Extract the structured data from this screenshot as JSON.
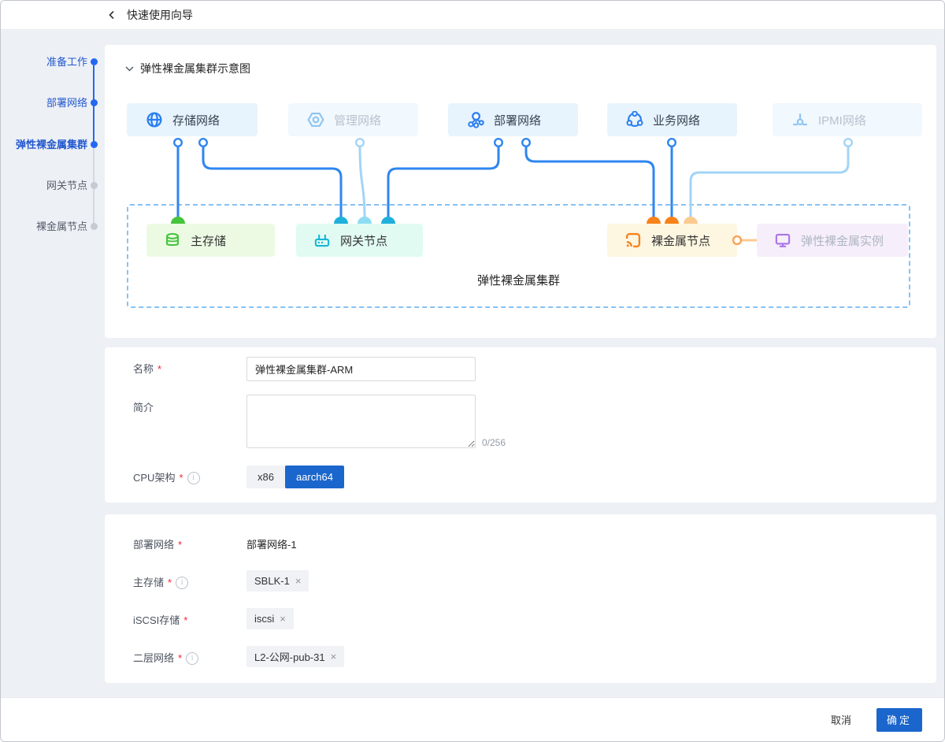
{
  "header": {
    "title": "快速使用向导"
  },
  "stepper": {
    "steps": [
      {
        "label": "准备工作",
        "state": "done"
      },
      {
        "label": "部署网络",
        "state": "done"
      },
      {
        "label": "弹性裸金属集群",
        "state": "current"
      },
      {
        "label": "网关节点",
        "state": "pending"
      },
      {
        "label": "裸金属节点",
        "state": "pending"
      }
    ]
  },
  "diagram": {
    "section_title": "弹性裸金属集群示意图",
    "cluster_label": "弹性裸金属集群",
    "networks": [
      {
        "label": "存储网络",
        "icon": "globe-icon",
        "state": "active"
      },
      {
        "label": "管理网络",
        "icon": "hex-nut-icon",
        "state": "disabled"
      },
      {
        "label": "部署网络",
        "icon": "topology-icon",
        "state": "active"
      },
      {
        "label": "业务网络",
        "icon": "tri-network-icon",
        "state": "active"
      },
      {
        "label": "IPMI网络",
        "icon": "bus-tap-icon",
        "state": "disabled"
      }
    ],
    "nodes": [
      {
        "label": "主存储",
        "icon": "database-icon",
        "theme": "green"
      },
      {
        "label": "网关节点",
        "icon": "router-icon",
        "theme": "cyan"
      },
      {
        "label": "裸金属节点",
        "icon": "cast-signal-icon",
        "theme": "orange"
      },
      {
        "label": "弹性裸金属实例",
        "icon": "monitor-icon",
        "theme": "purple"
      }
    ]
  },
  "form_basic": {
    "name_label": "名称",
    "name_value": "弹性裸金属集群-ARM",
    "desc_label": "简介",
    "desc_value": "",
    "desc_counter": "0/256",
    "cpu_label": "CPU架构",
    "cpu_options": [
      {
        "label": "x86",
        "selected": false
      },
      {
        "label": "aarch64",
        "selected": true
      }
    ]
  },
  "form_network": {
    "deploy_label": "部署网络",
    "deploy_value": "部署网络-1",
    "storage_label": "主存储",
    "storage_tag": "SBLK-1",
    "iscsi_label": "iSCSI存储",
    "iscsi_tag": "iscsi",
    "l2_label": "二层网络",
    "l2_tag": "L2-公网-pub-31",
    "required_mark": "*",
    "remove_icon": "×"
  },
  "footer": {
    "cancel_label": "取消",
    "confirm_label": "确定"
  },
  "colors": {
    "primary": "#1a66cc",
    "step_blue": "#2468f2",
    "line_blue": "#2f86f0",
    "line_light": "#a3d4f7",
    "port_green": "#45c43c",
    "port_cyan": "#1fb0dc",
    "port_cyan_light": "#8edcf4",
    "port_orange": "#f8821a",
    "port_peach": "#fbcb8e",
    "node_purple": "#a873e8",
    "required": "#f5222d"
  }
}
